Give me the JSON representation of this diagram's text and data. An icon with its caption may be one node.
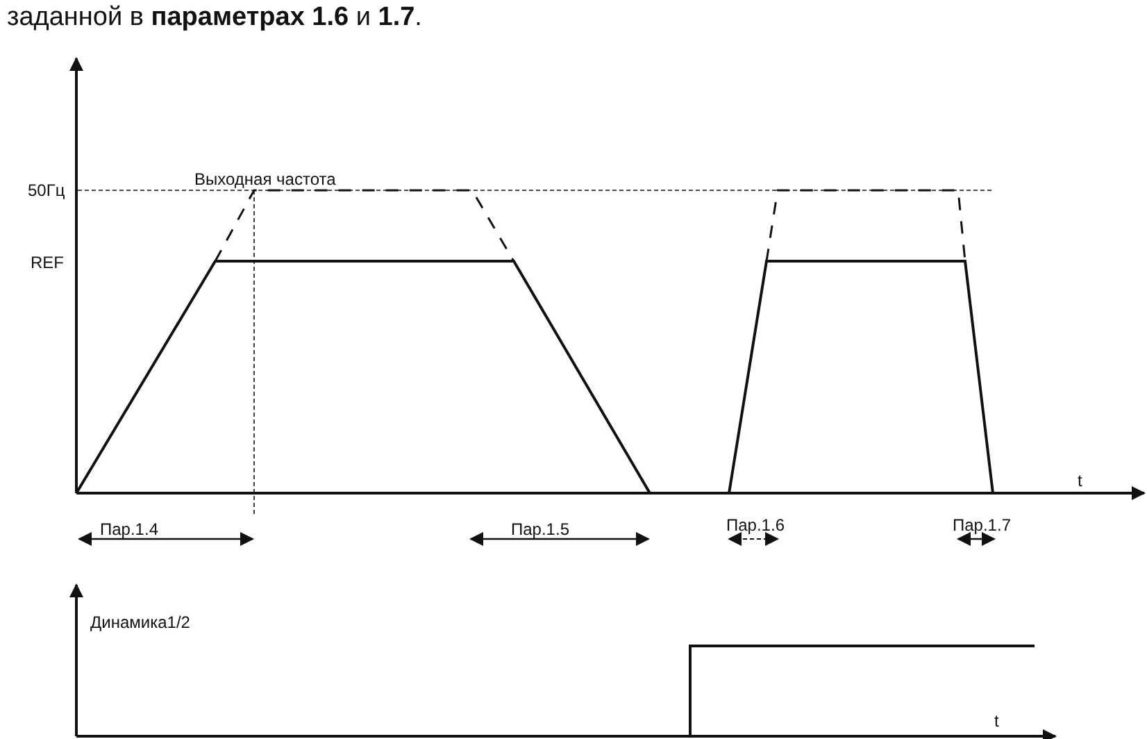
{
  "diagram": {
    "labels": [
      "заданной в **параметрах 1.6** и **1.7**.",
      "50Гц",
      "Выходная частота",
      "REF",
      "t",
      "Пар.1.4",
      "Пар.1.5",
      "Пар.1.6",
      "Пар.1.7",
      "Динамика1/2",
      "t"
    ]
  }
}
